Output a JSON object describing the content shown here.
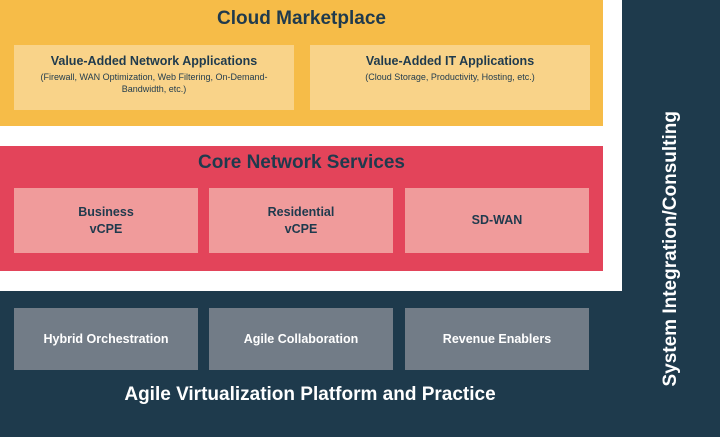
{
  "cloud_marketplace": {
    "title": "Cloud Marketplace",
    "boxes": [
      {
        "title": "Value-Added Network Applications",
        "desc": "(Firewall, WAN Optimization, Web Filtering, On-Demand-Bandwidth, etc.)"
      },
      {
        "title": "Value-Added IT Applications",
        "desc": "(Cloud Storage, Productivity, Hosting, etc.)"
      }
    ]
  },
  "core_network": {
    "title": "Core Network Services",
    "boxes": [
      {
        "label": "Business\nvCPE"
      },
      {
        "label": "Residential\nvCPE"
      },
      {
        "label": "SD-WAN"
      }
    ]
  },
  "platform": {
    "title": "Agile Virtualization Platform and Practice",
    "boxes": [
      {
        "label": "Hybrid Orchestration"
      },
      {
        "label": "Agile Collaboration"
      },
      {
        "label": "Revenue Enablers"
      }
    ]
  },
  "side": {
    "label": "System Integration/Consulting"
  },
  "colors": {
    "cloud": "#f6bc48",
    "cloud_box": "#f9d389",
    "core": "#e3445a",
    "core_box": "#f09b9b",
    "platform": "#1e3a4c",
    "platform_box": "#727c87"
  }
}
